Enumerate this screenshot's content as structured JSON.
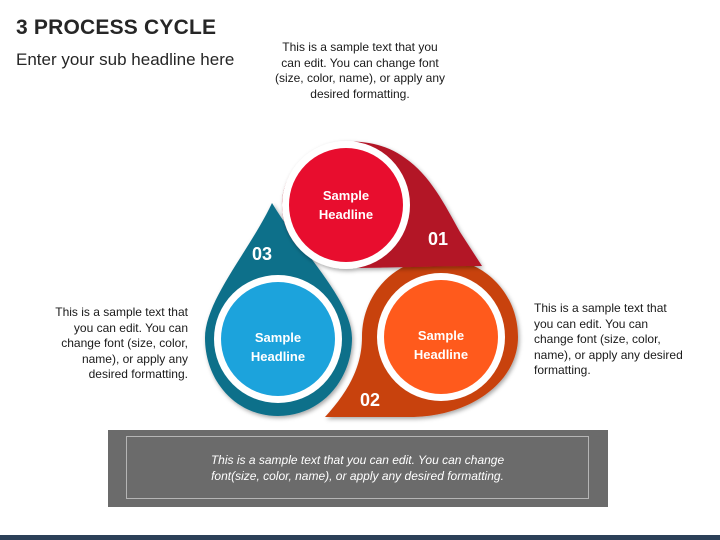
{
  "header": {
    "title": "3 PROCESS CYCLE",
    "subtitle": "Enter your sub headline here"
  },
  "descriptions": {
    "top": "This is a sample text that you can edit. You can change font (size, color, name), or apply any desired formatting.",
    "left": "This is a sample text that you can edit. You can change font (size, color, name), or apply any desired formatting.",
    "right": "This is a sample text that you can edit. You can change font (size, color, name), or apply any desired formatting."
  },
  "steps": [
    {
      "number": "01",
      "headline_line1": "Sample",
      "headline_line2": "Headline",
      "color": "#c8102e",
      "dark": "#8e0d20"
    },
    {
      "number": "02",
      "headline_line1": "Sample",
      "headline_line2": "Headline",
      "color": "#ff5a1f",
      "dark": "#c8420f"
    },
    {
      "number": "03",
      "headline_line1": "Sample",
      "headline_line2": "Headline",
      "color": "#1fa3dc",
      "dark": "#0e6f8a"
    }
  ],
  "banner": {
    "line1": "This is a sample text that you can edit. You can change",
    "line2": "font(size, color, name), or apply any desired formatting."
  }
}
